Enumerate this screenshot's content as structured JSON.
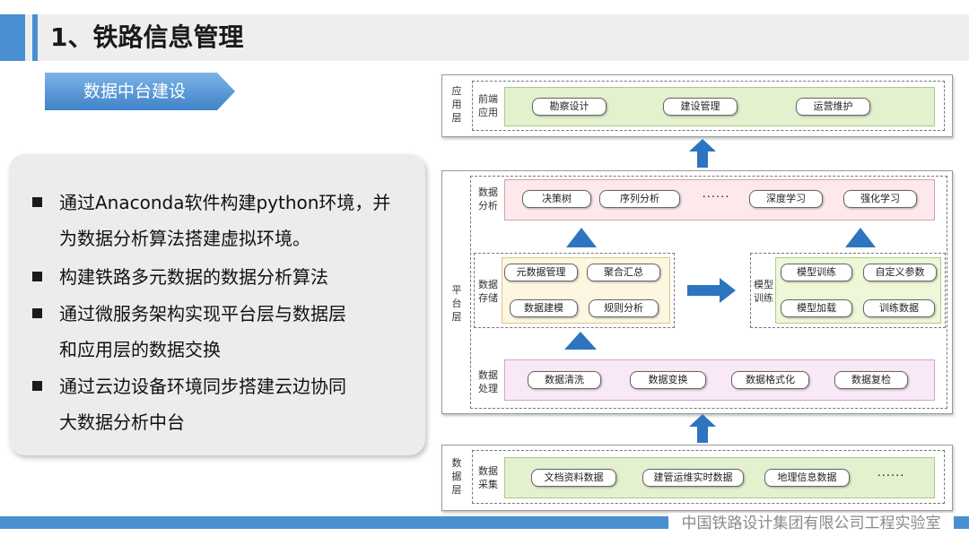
{
  "header": {
    "title": "1、铁路信息管理"
  },
  "section_tag": {
    "label": "数据中台建设"
  },
  "bullets": [
    {
      "lines": [
        "通过Anaconda软件构建python环境，并",
        "为数据分析算法搭建虚拟环境。"
      ]
    },
    {
      "lines": [
        "构建铁路多元数据的数据分析算法"
      ]
    },
    {
      "lines": [
        "通过微服务架构实现平台层与数据层",
        "和应用层的数据交换"
      ]
    },
    {
      "lines": [
        "通过云边设备环境同步搭建云边协同",
        "大数据分析中台"
      ]
    }
  ],
  "diagram": {
    "app_layer": {
      "label": [
        "应",
        "用",
        "层"
      ],
      "sub": [
        "前端",
        "应用"
      ],
      "items": [
        "勘察设计",
        "建设管理",
        "运营维护"
      ]
    },
    "platform_layer": {
      "label": [
        "平",
        "台",
        "层"
      ],
      "analysis": {
        "sub": [
          "数据",
          "分析"
        ],
        "items": [
          "决策树",
          "序列分析",
          "······",
          "深度学习",
          "强化学习"
        ]
      },
      "storage": {
        "sub": [
          "数据",
          "存储"
        ],
        "items": [
          "元数据管理",
          "聚合汇总",
          "数据建模",
          "规则分析"
        ]
      },
      "training": {
        "sub": [
          "模型",
          "训练"
        ],
        "items": [
          "模型训练",
          "自定义参数",
          "模型加载",
          "训练数据"
        ]
      },
      "processing": {
        "sub": [
          "数据",
          "处理"
        ],
        "items": [
          "数据清洗",
          "数据变换",
          "数据格式化",
          "数据复检"
        ]
      }
    },
    "data_layer": {
      "label": [
        "数",
        "据",
        "层"
      ],
      "sub": [
        "数据",
        "采集"
      ],
      "items": [
        "文档资料数据",
        "建管运维实时数据",
        "地理信息数据",
        "······"
      ]
    }
  },
  "footer": {
    "text": "中国铁路设计集团有限公司工程实验室"
  },
  "colors": {
    "accent": "#4a8fd0",
    "arrow": "#2e74c0",
    "analysis_bg": "#fde9ec",
    "storage_bg": "#fdf6e0",
    "training_bg": "#eef7d8",
    "processing_bg": "#f9e8f6",
    "app_bg": "#e3f1cf",
    "collect_bg": "#e3f1cf"
  }
}
